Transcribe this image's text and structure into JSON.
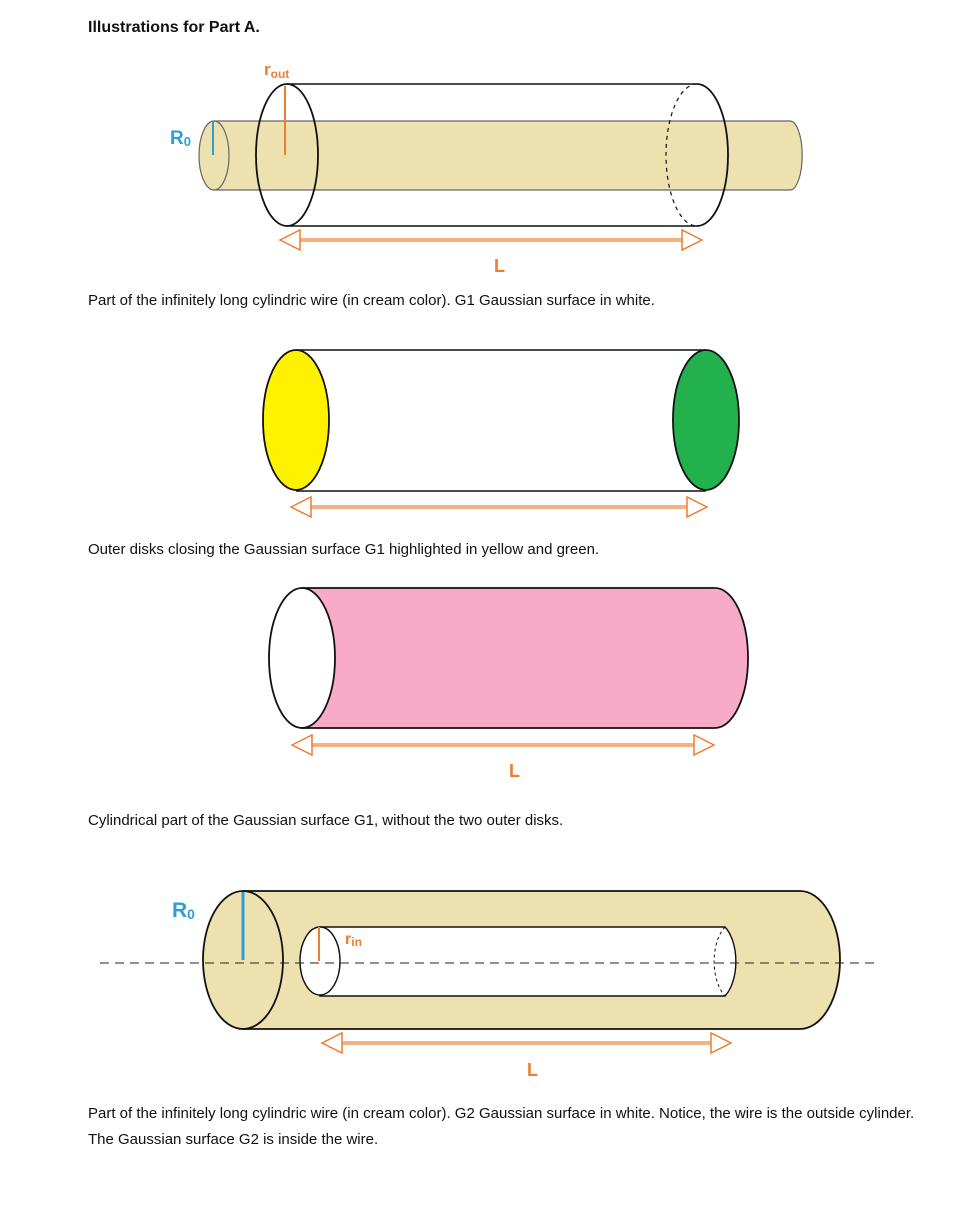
{
  "document": {
    "heading": "Illustrations for Part A.",
    "figures": [
      {
        "caption": "Part of the infinitely long cylindric wire (in cream color). G1 Gaussian surface in white.",
        "labels": {
          "r_out_base": "r",
          "r_out_sub": "out",
          "R0_base": "R",
          "R0_sub": "0",
          "length": "L"
        }
      },
      {
        "caption": "Outer disks closing the Gaussian surface G1 highlighted in yellow and green."
      },
      {
        "caption": "Cylindrical part of the Gaussian surface G1, without the two outer disks.",
        "labels": {
          "length": "L"
        }
      },
      {
        "caption": "Part of the infinitely long cylindric wire (in cream color). G2 Gaussian surface in white. Notice, the wire is the outside cylinder. The Gaussian surface G2 is inside the wire.",
        "labels": {
          "R0_base": "R",
          "R0_sub": "0",
          "r_in_base": "r",
          "r_in_sub": "in",
          "length": "L"
        }
      }
    ]
  },
  "colors": {
    "cream": "#ede1b0",
    "orange": "#ed7d31",
    "blue": "#2e9fd6",
    "yellow": "#fff200",
    "green": "#22b14c",
    "pink": "#f8abc6"
  }
}
